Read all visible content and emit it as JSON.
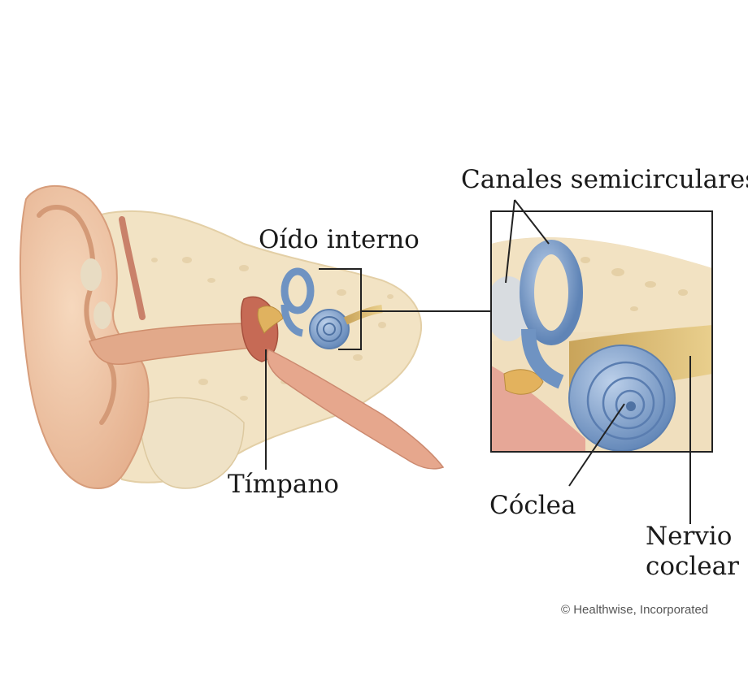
{
  "labels": {
    "oido_interno": "Oído interno",
    "canales_semicirculares": "Canales semicirculares",
    "timpano": "Tímpano",
    "coclea": "Cóclea",
    "nervio_coclear_line1": "Nervio",
    "nervio_coclear_line2": "coclear"
  },
  "credit": "© Healthwise, Incorporated",
  "colors": {
    "skin": "#f0c8a8",
    "skin_dark": "#d9a07f",
    "bone": "#f2e3c4",
    "bone_dark": "#e4cfa4",
    "inner_ear": "#6f93c2",
    "inner_ear_light": "#a9c1e0",
    "eardrum": "#c96a55",
    "nerve": "#d6b46a",
    "line": "#222222"
  }
}
